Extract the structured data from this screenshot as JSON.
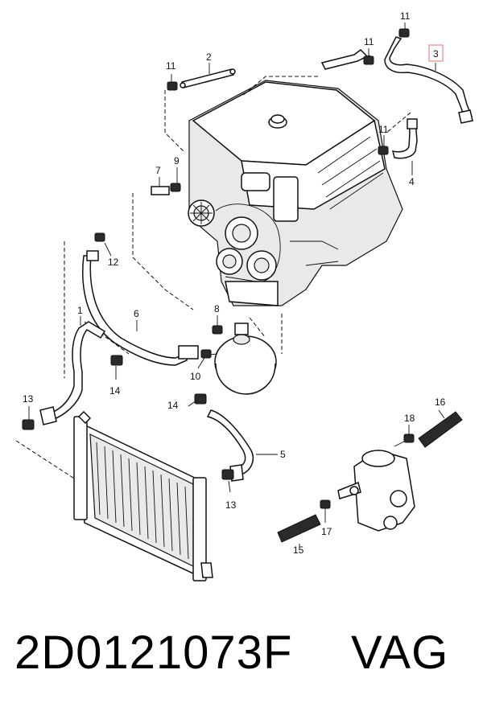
{
  "footer": {
    "part_number": "2D0121073F",
    "brand": "VAG"
  },
  "highlight": {
    "part": "3",
    "color": "#e57373"
  },
  "callouts": {
    "c1": "1",
    "c2": "2",
    "c3": "3",
    "c4": "4",
    "c5": "5",
    "c6": "6",
    "c7": "7",
    "c8": "8",
    "c9": "9",
    "c10": "10",
    "c11a": "11",
    "c11b": "11",
    "c11c": "11",
    "c11d": "11",
    "c12": "12",
    "c13a": "13",
    "c13b": "13",
    "c14a": "14",
    "c14b": "14",
    "c15": "15",
    "c16": "16",
    "c17": "17",
    "c18": "18"
  }
}
